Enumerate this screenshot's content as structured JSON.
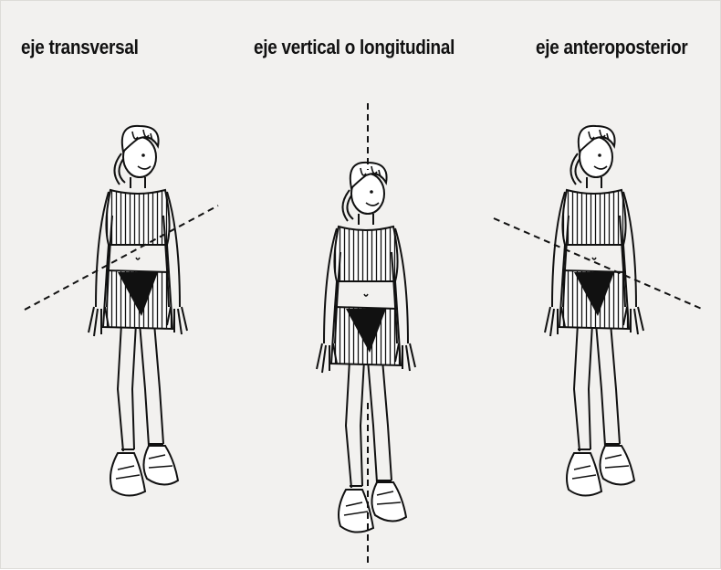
{
  "diagram": {
    "labels": [
      {
        "text": "eje transversal"
      },
      {
        "text": "eje vertical o longitudinal"
      },
      {
        "text": "eje anteroposterior"
      }
    ]
  },
  "colors": {
    "line": "#111111",
    "background": "#f2f1ef",
    "fill": "#ffffff"
  }
}
